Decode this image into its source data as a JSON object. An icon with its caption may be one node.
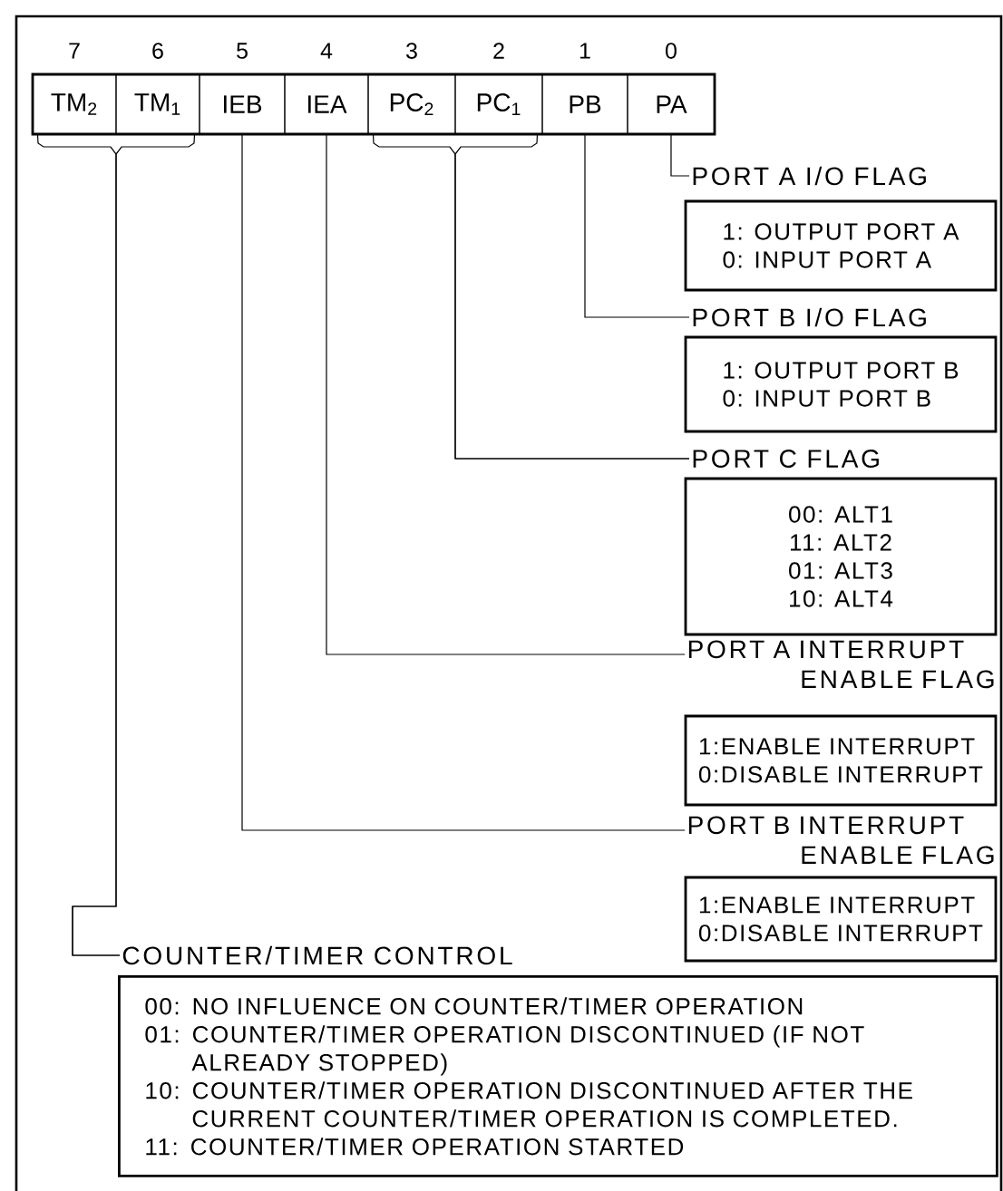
{
  "diagram": {
    "nodes": [
      {
        "text": [
          "TM$_{2}$"
        ],
        "beside": [
          "7"
        ]
      },
      {
        "text": [
          "TM$_{1}$"
        ],
        "beside": [
          "6"
        ]
      },
      {
        "text": [
          "IEB"
        ],
        "beside": [
          "5"
        ]
      },
      {
        "text": [
          "IEA"
        ],
        "beside": [
          "4"
        ]
      },
      {
        "text": [
          "PC$_{2}$"
        ],
        "beside": [
          "3"
        ]
      },
      {
        "text": [
          "PC$_{1}$"
        ],
        "beside": [
          "2"
        ]
      },
      {
        "text": [
          "PB"
        ],
        "beside": [
          "1"
        ]
      },
      {
        "text": [
          "PA"
        ],
        "beside": [
          "0"
        ]
      },
      {
        "text": [
          "PORT A I/O FLAG"
        ]
      },
      {
        "text": [
          "1: OUTPUT PORT A",
          "0: INPUT PORT A"
        ]
      },
      {
        "text": [
          "PORT B I/O FLAG"
        ]
      },
      {
        "text": [
          "1: OUTPUT PORT B",
          "0: INPUT PORT B"
        ]
      },
      {
        "text": [
          "PORT C FLAG"
        ]
      },
      {
        "text": [
          "00: ALT1",
          "11: ALT2",
          "01: ALT3",
          "10: ALT4"
        ]
      },
      {
        "text": [
          "PORT A INTERRUPT ENABLE FLAG"
        ]
      },
      {
        "text": [
          "1:ENABLE INTERRUPT",
          "0:DISABLE INTERRUPT"
        ]
      },
      {
        "text": [
          "PORT B INTERRUPT ENABLE FLAG"
        ]
      },
      {
        "text": [
          "1:ENABLE INTERRUPT",
          "0:DISABLE INTERRUPT"
        ]
      },
      {
        "text": [
          "COUNTER/TIMER CONTROL"
        ]
      },
      {
        "text": [
          "00: NO INFLUENCE ON COUNTER/TIMER OPERATION",
          "01: COUNTER/TIMER OPERATION DISCONTINUED (IF NOT ALREADY STOPPED)",
          "10: COUNTER/TIMER OPERATION DISCONTINUED AFTER THE CURRENT COUNTER/TIMER OPERATION IS COMPLETED.",
          "11: COUNTER/TIMER OPERATION STARTED"
        ]
      }
    ],
    "edges": [
      {
        "from": 7,
        "to": 8,
        "arrow": "none"
      },
      {
        "from": 6,
        "to": 10,
        "arrow": "none"
      },
      {
        "from": 4,
        "to": 12,
        "arrow": "none"
      },
      {
        "from": 5,
        "to": 12,
        "arrow": "none"
      },
      {
        "from": 3,
        "to": 14,
        "arrow": "none"
      },
      {
        "from": 2,
        "to": 16,
        "arrow": "none"
      },
      {
        "from": 0,
        "to": 18,
        "arrow": "none"
      },
      {
        "from": 1,
        "to": 18,
        "arrow": "none"
      }
    ]
  }
}
